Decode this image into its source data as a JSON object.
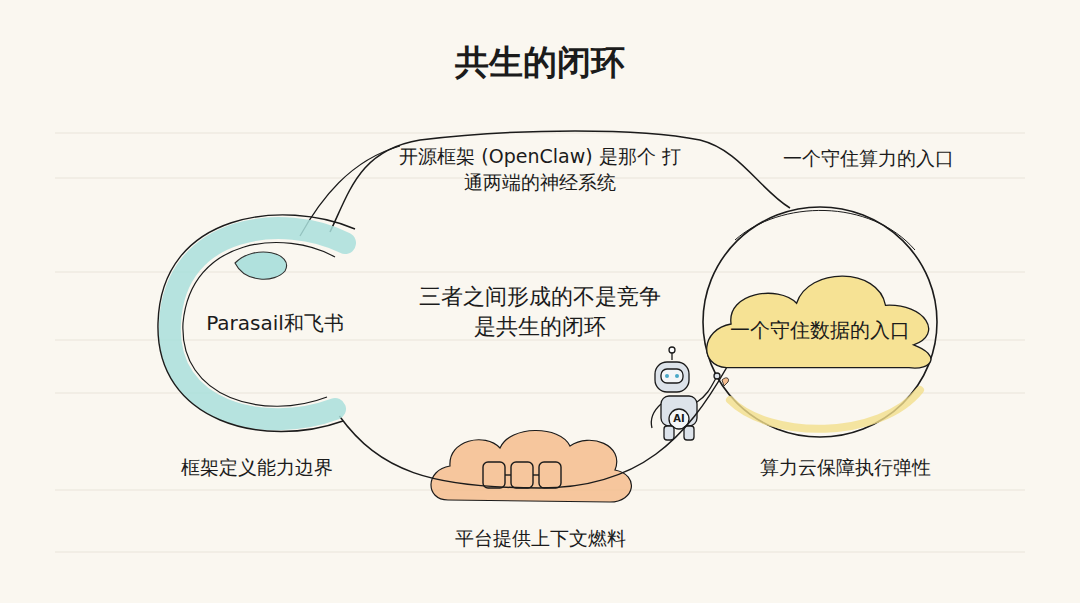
{
  "diagram": {
    "title": "共生的闭环",
    "nodes": [
      {
        "text": [
          "Parasail和飞书"
        ]
      },
      {
        "text": [
          "一个守住数据的入口"
        ]
      }
    ],
    "edges": [
      {
        "from": 0,
        "to": 1,
        "arrow": "none"
      }
    ],
    "labels": [
      "开源框架 (OpenClaw) 是那个 打通两端的神经系统",
      "一个守住算力的入口",
      "三者之间形成的不是竞争 是共生的闭环",
      "框架定义能力边界",
      "平台提供上下文燃料",
      "算力云保障执行弹性",
      "AI"
    ]
  }
}
